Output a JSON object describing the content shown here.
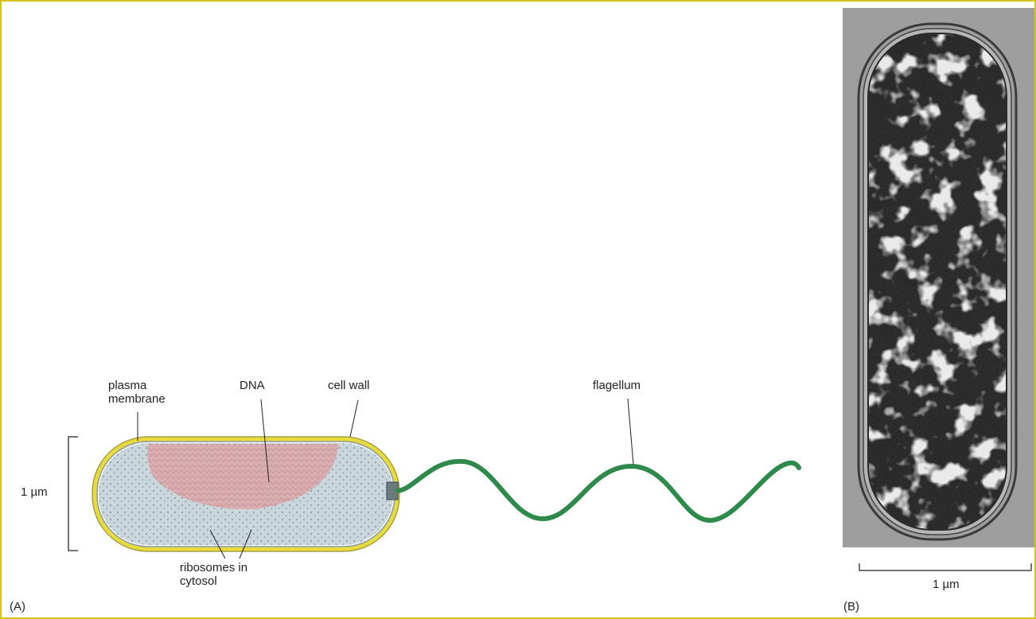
{
  "panel_a": {
    "panel_label": "(A)",
    "labels": {
      "plasma_membrane": "plasma\nmembrane",
      "dna": "DNA",
      "cell_wall": "cell wall",
      "flagellum": "flagellum",
      "ribosomes": "ribosomes in\ncytosol",
      "scale": "1 µm"
    },
    "colors": {
      "cell_wall": "#e8dc3c",
      "cytosol": "#c9d6dc",
      "dna": "#d9aeb0",
      "flagellum": "#2e8a4a",
      "motor": "#6e7a80"
    }
  },
  "panel_b": {
    "panel_label": "(B)",
    "scale": "1 µm"
  }
}
